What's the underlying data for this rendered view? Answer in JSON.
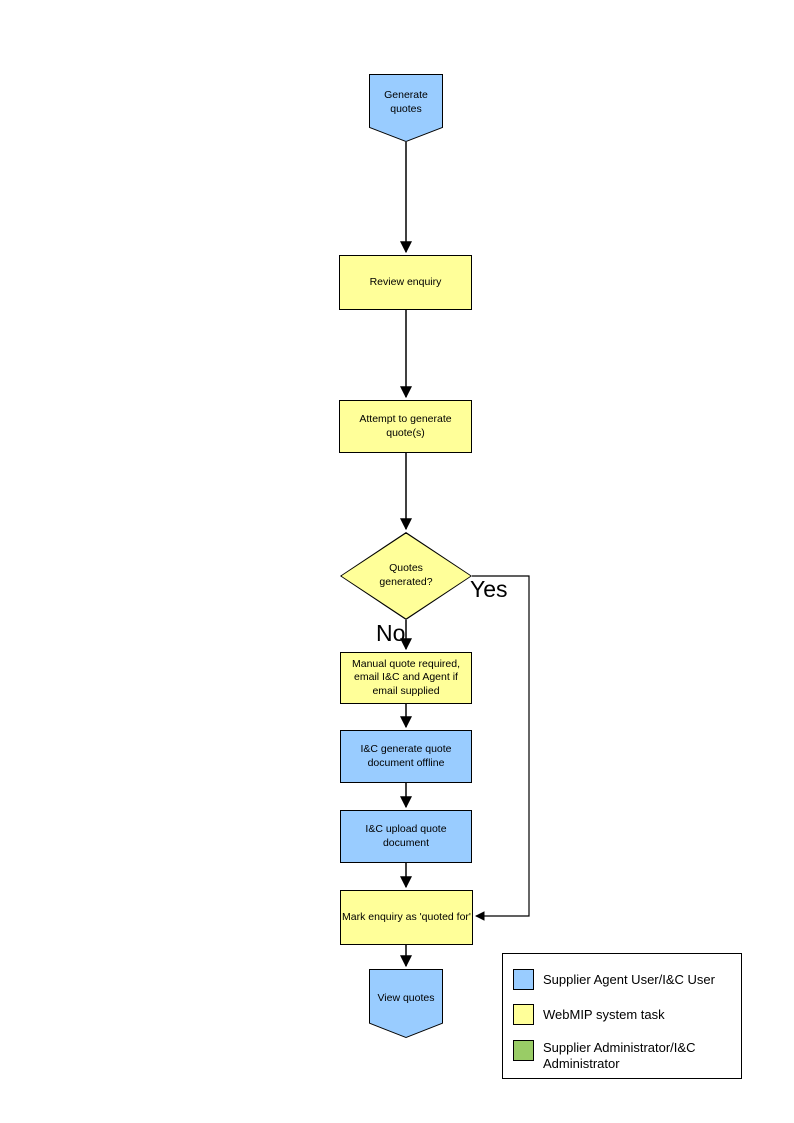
{
  "flowchart": {
    "nodes": {
      "start": {
        "label": "Generate quotes",
        "color": "#99CCFF"
      },
      "review": {
        "label": "Review enquiry",
        "color": "#FFFF99"
      },
      "attempt": {
        "label": "Attempt to generate quote(s)",
        "color": "#FFFF99"
      },
      "decision": {
        "label": "Quotes generated?",
        "color": "#FFFF99"
      },
      "manual": {
        "label": "Manual quote required, email I&C and Agent if email supplied",
        "color": "#FFFF99"
      },
      "generate_offline": {
        "label": "I&C generate quote document offline",
        "color": "#99CCFF"
      },
      "upload": {
        "label": "I&C upload quote document",
        "color": "#99CCFF"
      },
      "mark": {
        "label": "Mark enquiry as 'quoted for'",
        "color": "#FFFF99"
      },
      "end": {
        "label": "View quotes",
        "color": "#99CCFF"
      }
    },
    "branch_labels": {
      "yes": "Yes",
      "no": "No"
    },
    "legend": {
      "items": [
        {
          "swatch_color": "#99CCFF",
          "label": "Supplier Agent User/I&C User"
        },
        {
          "swatch_color": "#FFFF99",
          "label": "WebMIP system task"
        },
        {
          "swatch_color": "#99CC66",
          "label": "Supplier Administrator/I&C Administrator"
        }
      ]
    }
  }
}
